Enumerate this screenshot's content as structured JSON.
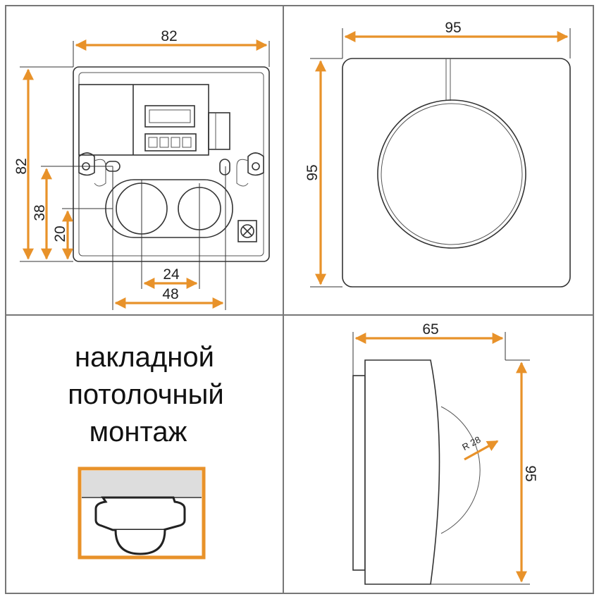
{
  "colors": {
    "accent": "#e8922a",
    "line": "#333333",
    "panel_border": "#777777",
    "frame_fill": "#dddddd"
  },
  "panels": {
    "top_left": {
      "dim_width": "82",
      "dim_height": "82",
      "dim_hole_height": "38",
      "dim_center_height": "20",
      "dim_hole_spacing": "24",
      "dim_mount_spacing": "48"
    },
    "top_right": {
      "dim_width": "95",
      "dim_height": "95"
    },
    "bottom_left": {
      "caption_lines": [
        "накладной",
        "потолочный",
        "монтаж"
      ]
    },
    "bottom_right": {
      "dim_depth": "65",
      "dim_height": "95",
      "dim_radius": "R 28"
    }
  }
}
